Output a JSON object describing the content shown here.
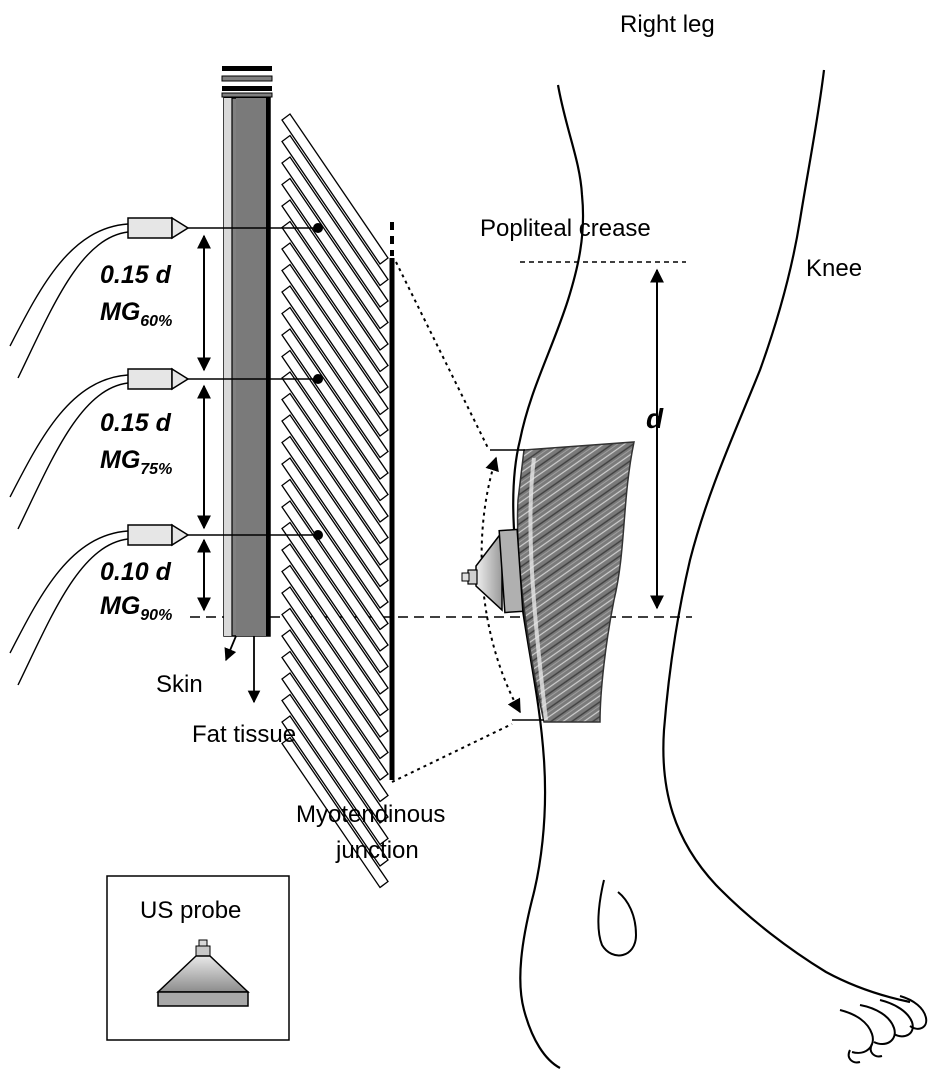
{
  "labels": {
    "right_leg": "Right leg",
    "knee": "Knee",
    "popliteal_crease": "Popliteal crease",
    "d": "d",
    "skin": "Skin",
    "fat_tissue": "Fat tissue",
    "myotendinous_line1": "Myotendinous",
    "myotendinous_line2": "junction",
    "us_probe": "US probe"
  },
  "distances": [
    {
      "text": "0.15 d",
      "mg": "MG",
      "sub": "60%"
    },
    {
      "text": "0.15 d",
      "mg": "MG",
      "sub": "75%"
    },
    {
      "text": "0.10 d",
      "mg": "MG",
      "sub": "90%"
    }
  ],
  "colors": {
    "line": "#000000",
    "skin_band": "#d9d9d9",
    "fat_band": "#808080",
    "fat_band_dark": "#6e6e6e",
    "needle": "#e6e6e6",
    "ultrasound": "#8a8a8a",
    "probe": "#bdbdbd"
  }
}
